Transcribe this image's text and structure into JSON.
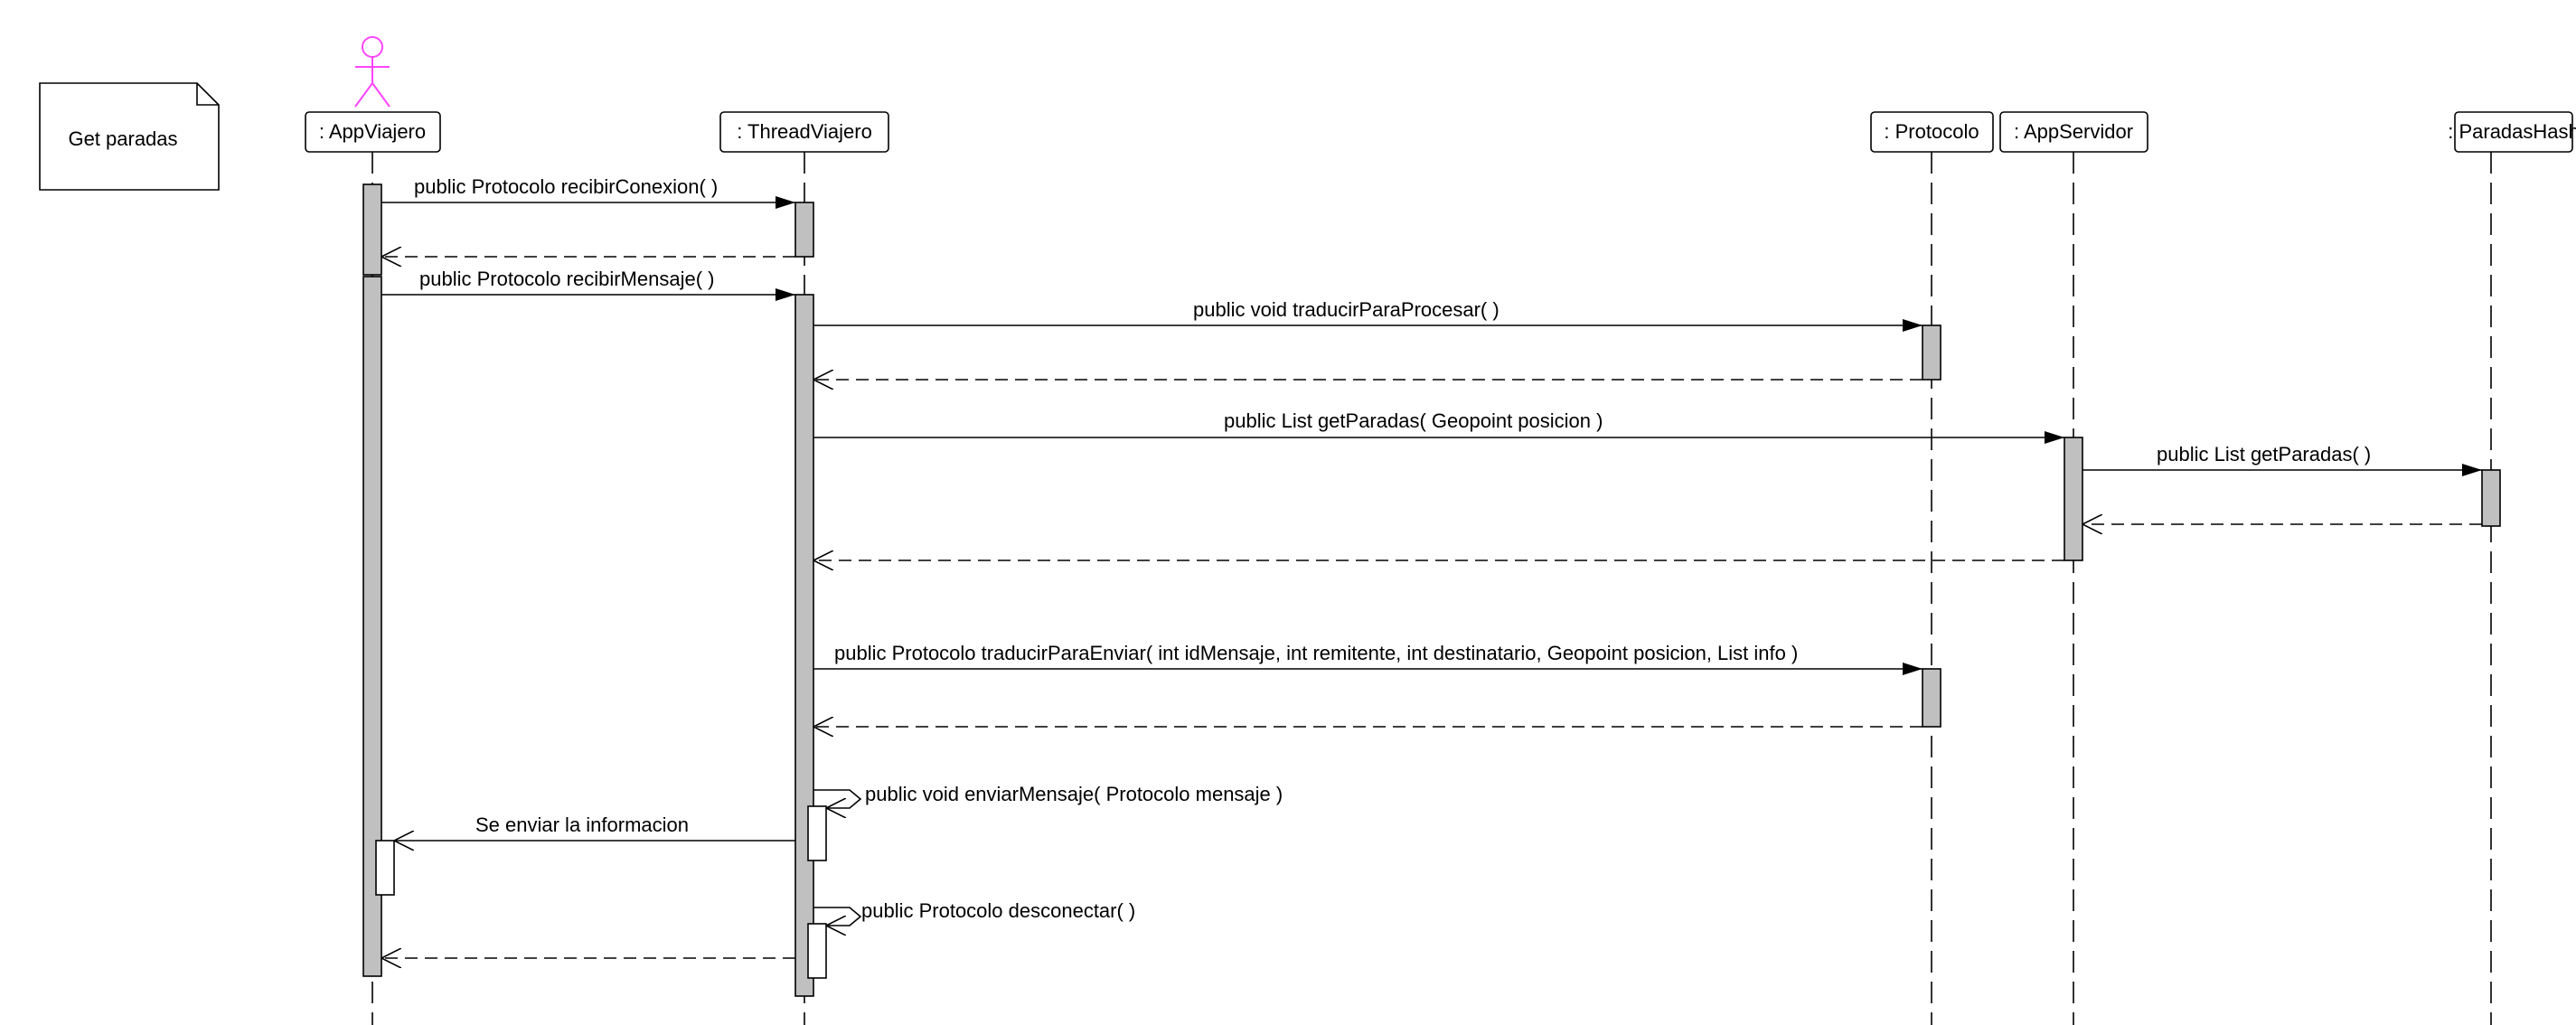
{
  "diagram": {
    "type": "sequence",
    "note": "Get paradas",
    "participants": [
      {
        "id": "appviajero",
        "label": ": AppViajero",
        "kind": "actor"
      },
      {
        "id": "threadviajero",
        "label": ": ThreadViajero",
        "kind": "object"
      },
      {
        "id": "protocolo",
        "label": ": Protocolo",
        "kind": "object"
      },
      {
        "id": "appservidor",
        "label": ": AppServidor",
        "kind": "object"
      },
      {
        "id": "paradashash",
        "label": ": ParadasHash",
        "kind": "object"
      }
    ],
    "messages": [
      {
        "from": "appviajero",
        "to": "threadviajero",
        "kind": "call",
        "label": "public Protocolo  recibirConexion(  )"
      },
      {
        "from": "threadviajero",
        "to": "appviajero",
        "kind": "return",
        "label": ""
      },
      {
        "from": "appviajero",
        "to": "threadviajero",
        "kind": "call",
        "label": "public Protocolo  recibirMensaje(  )"
      },
      {
        "from": "threadviajero",
        "to": "protocolo",
        "kind": "call",
        "label": "public void  traducirParaProcesar(  )"
      },
      {
        "from": "protocolo",
        "to": "threadviajero",
        "kind": "return",
        "label": ""
      },
      {
        "from": "threadviajero",
        "to": "appservidor",
        "kind": "call",
        "label": "public List  getParadas( Geopoint posicion )"
      },
      {
        "from": "appservidor",
        "to": "paradashash",
        "kind": "call",
        "label": "public List  getParadas(  )"
      },
      {
        "from": "paradashash",
        "to": "appservidor",
        "kind": "return",
        "label": ""
      },
      {
        "from": "appservidor",
        "to": "threadviajero",
        "kind": "return",
        "label": ""
      },
      {
        "from": "threadviajero",
        "to": "protocolo",
        "kind": "call",
        "label": "public Protocolo  traducirParaEnviar( int idMensaje, int remitente, int destinatario, Geopoint posicion, List info )"
      },
      {
        "from": "protocolo",
        "to": "threadviajero",
        "kind": "return",
        "label": ""
      },
      {
        "from": "threadviajero",
        "to": "threadviajero",
        "kind": "self",
        "label": "public void  enviarMensaje( Protocolo mensaje )"
      },
      {
        "from": "threadviajero",
        "to": "appviajero",
        "kind": "async",
        "label": "Se enviar la informacion"
      },
      {
        "from": "threadviajero",
        "to": "threadviajero",
        "kind": "self",
        "label": "public Protocolo  desconectar(  )"
      },
      {
        "from": "threadviajero",
        "to": "appviajero",
        "kind": "return",
        "label": ""
      }
    ]
  },
  "colors": {
    "line": "#000000",
    "activation_fill": "#c0c0c0",
    "activation_fill_white": "#ffffff",
    "actor": "#ff44ff",
    "box_fill": "#ffffff"
  }
}
